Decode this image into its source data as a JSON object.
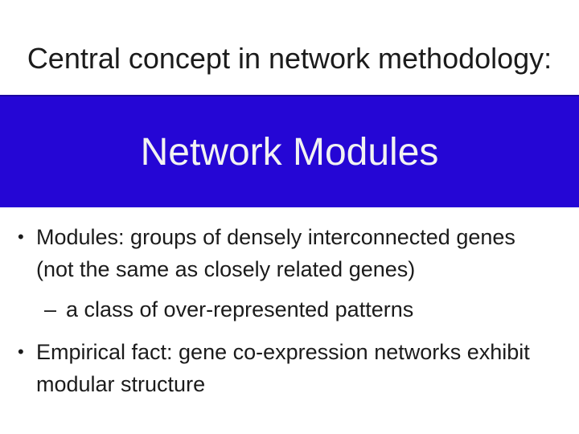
{
  "slide": {
    "title": "Central concept in network methodology:",
    "banner": {
      "heading": "Network Modules"
    },
    "bullets": {
      "b1": {
        "marker": "•",
        "line1": "Modules: groups of densely interconnected genes",
        "line2": "(not the same as closely related genes)"
      },
      "sub1": {
        "marker": "–",
        "line1": "a class of over-represented patterns"
      },
      "b2": {
        "marker": "•",
        "line1": "Empirical fact: gene co-expression networks exhibit",
        "line2": "modular structure"
      }
    },
    "colors": {
      "background": "#ffffff",
      "banner_bg": "#2506d5",
      "banner_border": "#1b03a0",
      "banner_text": "#f2f2f2",
      "body_text": "#1b1b1b"
    }
  }
}
